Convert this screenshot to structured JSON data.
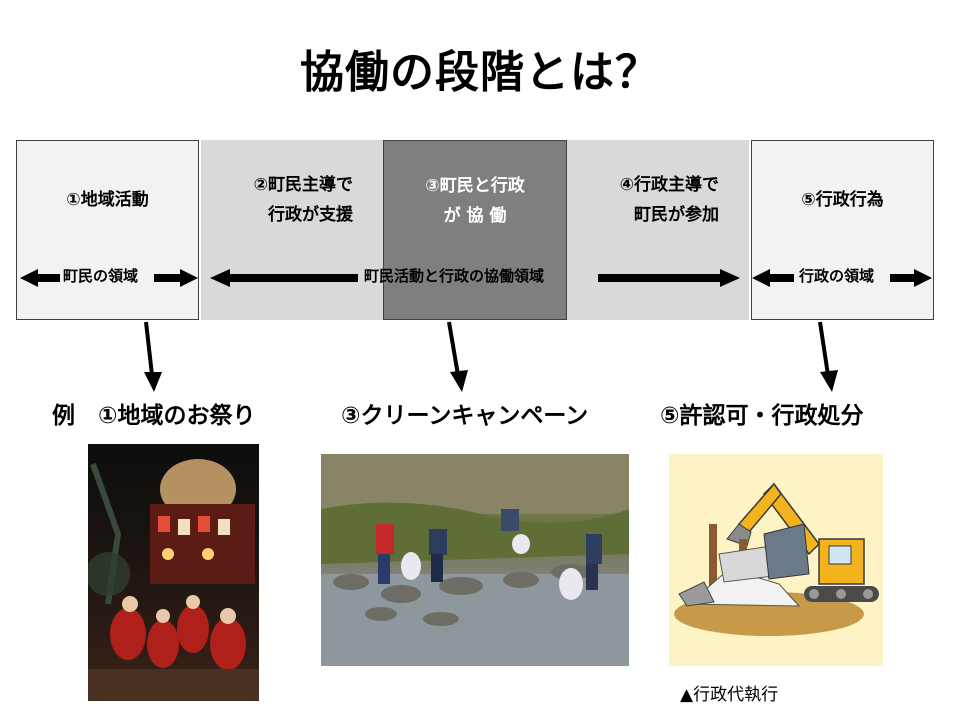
{
  "title": "協働の段階とは？",
  "stages": [
    {
      "label": "①地域活動"
    },
    {
      "label": "②町民主導で\n行政が支援"
    },
    {
      "label": "③町民と行政\nが 協 働"
    },
    {
      "label": "④行政主導で\n町民が参加"
    },
    {
      "label": "⑤行政行為"
    }
  ],
  "domains": {
    "resident": "町民の領域",
    "collaboration": "町民活動と行政の協働領域",
    "administration": "行政の領域"
  },
  "examples": [
    {
      "label": "例　①地域のお祭り"
    },
    {
      "label": "③クリーンキャンペーン"
    },
    {
      "label": "⑤許認可・行政処分"
    }
  ],
  "caption": "▲行政代執行",
  "colors": {
    "stage_light": "#f2f2f2",
    "stage_mid": "#d9d9d9",
    "stage_dark": "#7f7f7f",
    "arrow": "#000000",
    "excavator": "#f2b31c",
    "illustration_bg": "#fdf3c4"
  }
}
